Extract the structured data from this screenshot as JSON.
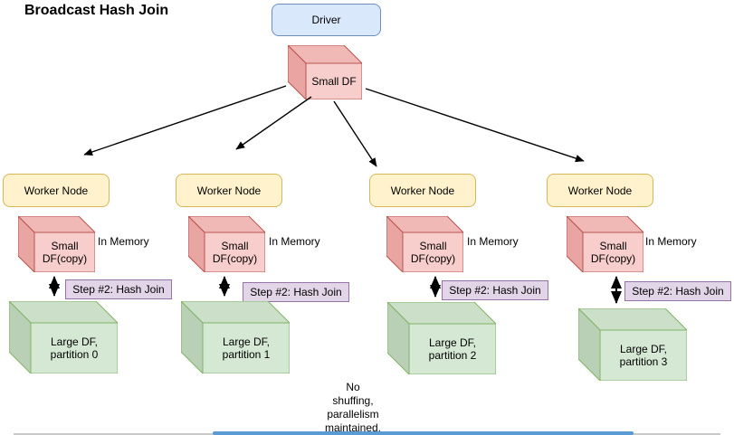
{
  "title": "Broadcast Hash Join",
  "driver": {
    "label": "Driver"
  },
  "broadcast": {
    "cube_label": "Small DF"
  },
  "workers": [
    {
      "label": "Worker Node",
      "cube_lines": [
        "Small",
        "DF(copy)"
      ],
      "memory_label": "In Memory",
      "step_label": "Step #2: Hash Join",
      "partition_lines": [
        "Large DF,",
        "partition 0"
      ]
    },
    {
      "label": "Worker Node",
      "cube_lines": [
        "Small",
        "DF(copy)"
      ],
      "memory_label": "In Memory",
      "step_label": "Step #2: Hash Join",
      "partition_lines": [
        "Large DF,",
        "partition 1"
      ]
    },
    {
      "label": "Worker Node",
      "cube_lines": [
        "Small",
        "DF(copy)"
      ],
      "memory_label": "In Memory",
      "step_label": "Step #2: Hash Join",
      "partition_lines": [
        "Large DF,",
        "partition 2"
      ]
    },
    {
      "label": "Worker Node",
      "cube_lines": [
        "Small",
        "DF(copy)"
      ],
      "memory_label": "In Memory",
      "step_label": "Step #2: Hash Join",
      "partition_lines": [
        "Large DF,",
        "partition 3"
      ]
    }
  ],
  "note_lines": [
    "No",
    "shuffing,",
    "parallelism",
    "maintained."
  ],
  "palette": {
    "driver_fill": "#dae8fc",
    "driver_border": "#6c8ebf",
    "worker_fill": "#fff2cc",
    "worker_border": "#d6b656",
    "small_df_fill": "#f8cecc",
    "small_df_top": "#f0b9b6",
    "small_df_side": "#e8a5a1",
    "small_df_border": "#b85450",
    "large_df_fill": "#d5e8d4",
    "large_df_top": "#cbdfc9",
    "large_df_side": "#b9d0b7",
    "large_df_border": "#82b366",
    "step_fill": "#e1d5e7",
    "step_border": "#9673a6",
    "arrow_color": "#000000",
    "scrollbar_color": "#5b9bd5"
  }
}
